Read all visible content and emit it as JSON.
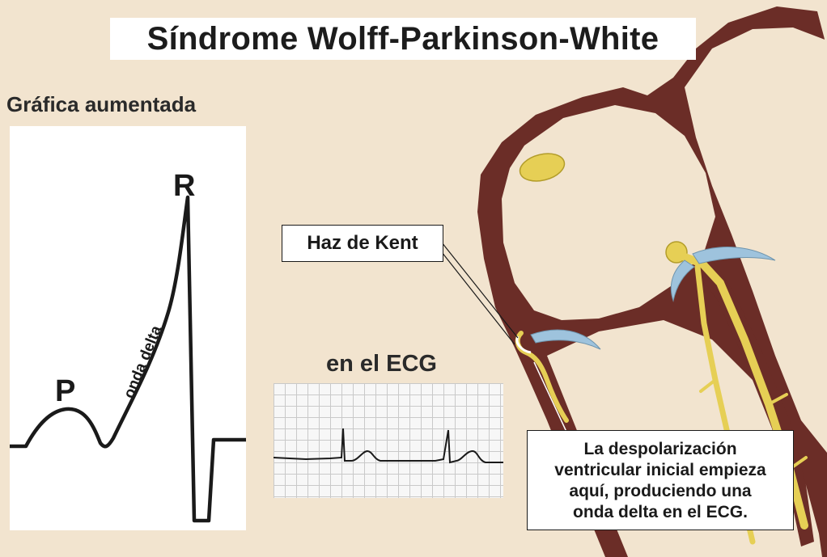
{
  "title": "Síndrome Wolff-Parkinson-White",
  "graph": {
    "heading": "Gráfica aumentada",
    "label_p": "P",
    "label_r": "R",
    "label_delta": "onda delta"
  },
  "ecg": {
    "heading": "en el ECG"
  },
  "callouts": {
    "kent": "Haz de Kent",
    "note_lines": [
      "La despolarización",
      "ventricular inicial empieza",
      "aquí, produciendo una",
      "onda delta en el ECG."
    ]
  },
  "colors": {
    "background": "#f2e4cf",
    "heart_wall": "#6b2d27",
    "conduction": "#e6cf55",
    "valve": "#9ec3dd",
    "trace": "#1a1a1a"
  }
}
